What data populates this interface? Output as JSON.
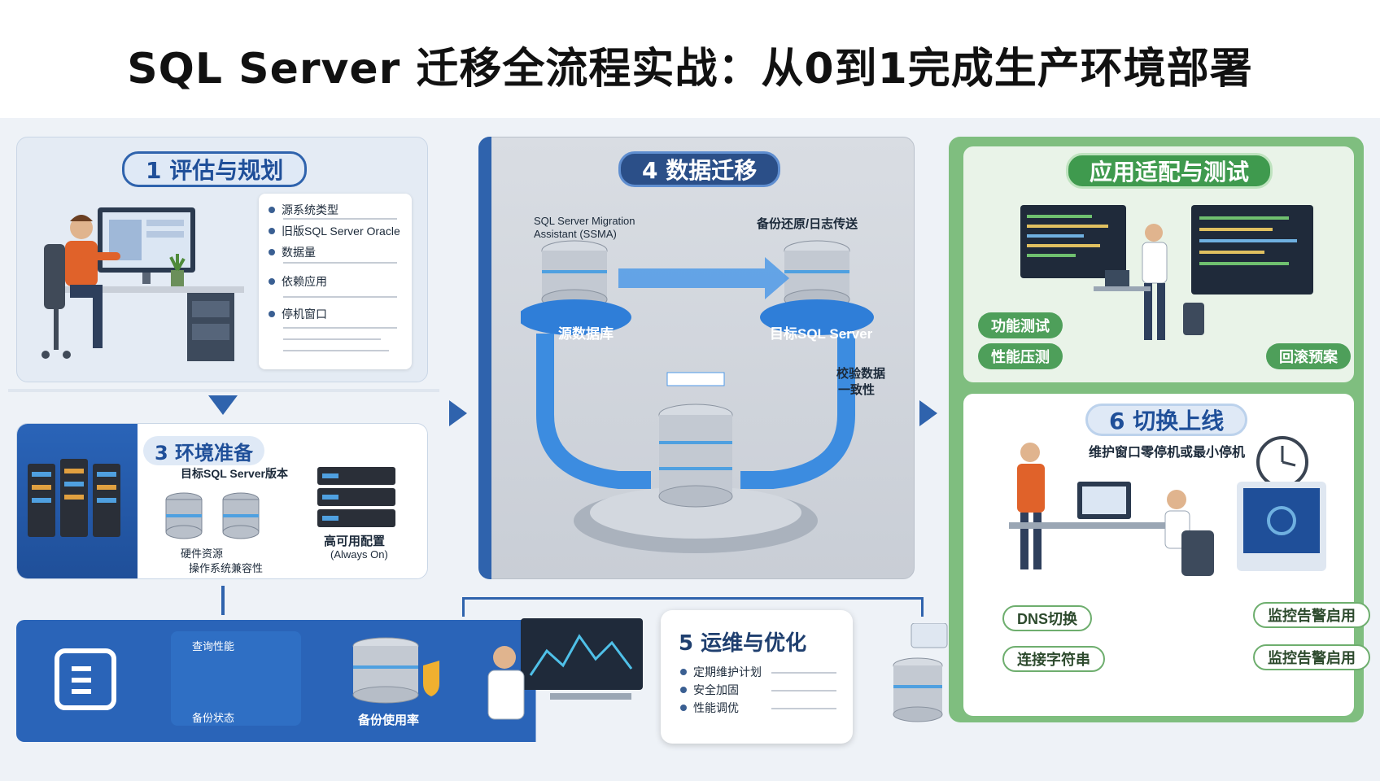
{
  "title": "SQL Server 迁移全流程实战：从0到1完成生产环境部署",
  "colors": {
    "blue": "#2f63ad",
    "dark_blue": "#1f4f99",
    "green": "#4e9f5a",
    "light_green": "#e9f3e8"
  },
  "step1": {
    "badge": "1 评估与规划",
    "items": [
      "源系统类型",
      "旧版SQL Server Oracle",
      "数据量",
      "依赖应用",
      "停机窗口"
    ]
  },
  "step3": {
    "badge": "3 环境准备",
    "version_label": "目标SQL Server版本",
    "hardware_label": "硬件资源",
    "os_label": "操作系统兼容性",
    "ha_label": "高可用配置",
    "ha_sub": "(Always On)"
  },
  "step4": {
    "badge": "4 数据迁移",
    "ssma_line1": "SQL Server Migration",
    "ssma_line2": "Assistant (SSMA)",
    "backup_label": "备份还原/日志传送",
    "source_db": "源数据库",
    "target_db": "目标SQL Server",
    "verify_line1": "校验数据",
    "verify_line2": "一致性"
  },
  "step_app": {
    "badge": "应用适配与测试",
    "functional_test": "功能测试",
    "performance_test": "性能压测",
    "rollback_plan": "回滚预案"
  },
  "step6": {
    "badge": "6 切换上线",
    "subtitle": "维护窗口零停机或最小停机",
    "dns_switch": "DNS切换",
    "connection_string": "连接字符串",
    "monitor_alert": "监控告警启用",
    "monitor_alert2": "监控告警启用"
  },
  "step5": {
    "badge": "5 运维与优化",
    "items": [
      "定期维护计划",
      "安全加固",
      "性能调优"
    ],
    "backup_usage": "备份使用率",
    "query_perf": "查询性能",
    "backup_status": "备份状态"
  },
  "icons": [
    "monitor-icon",
    "server-rack-icon",
    "database-icon",
    "clock-icon",
    "arrow-right-icon",
    "arrow-down-icon",
    "shield-icon"
  ]
}
